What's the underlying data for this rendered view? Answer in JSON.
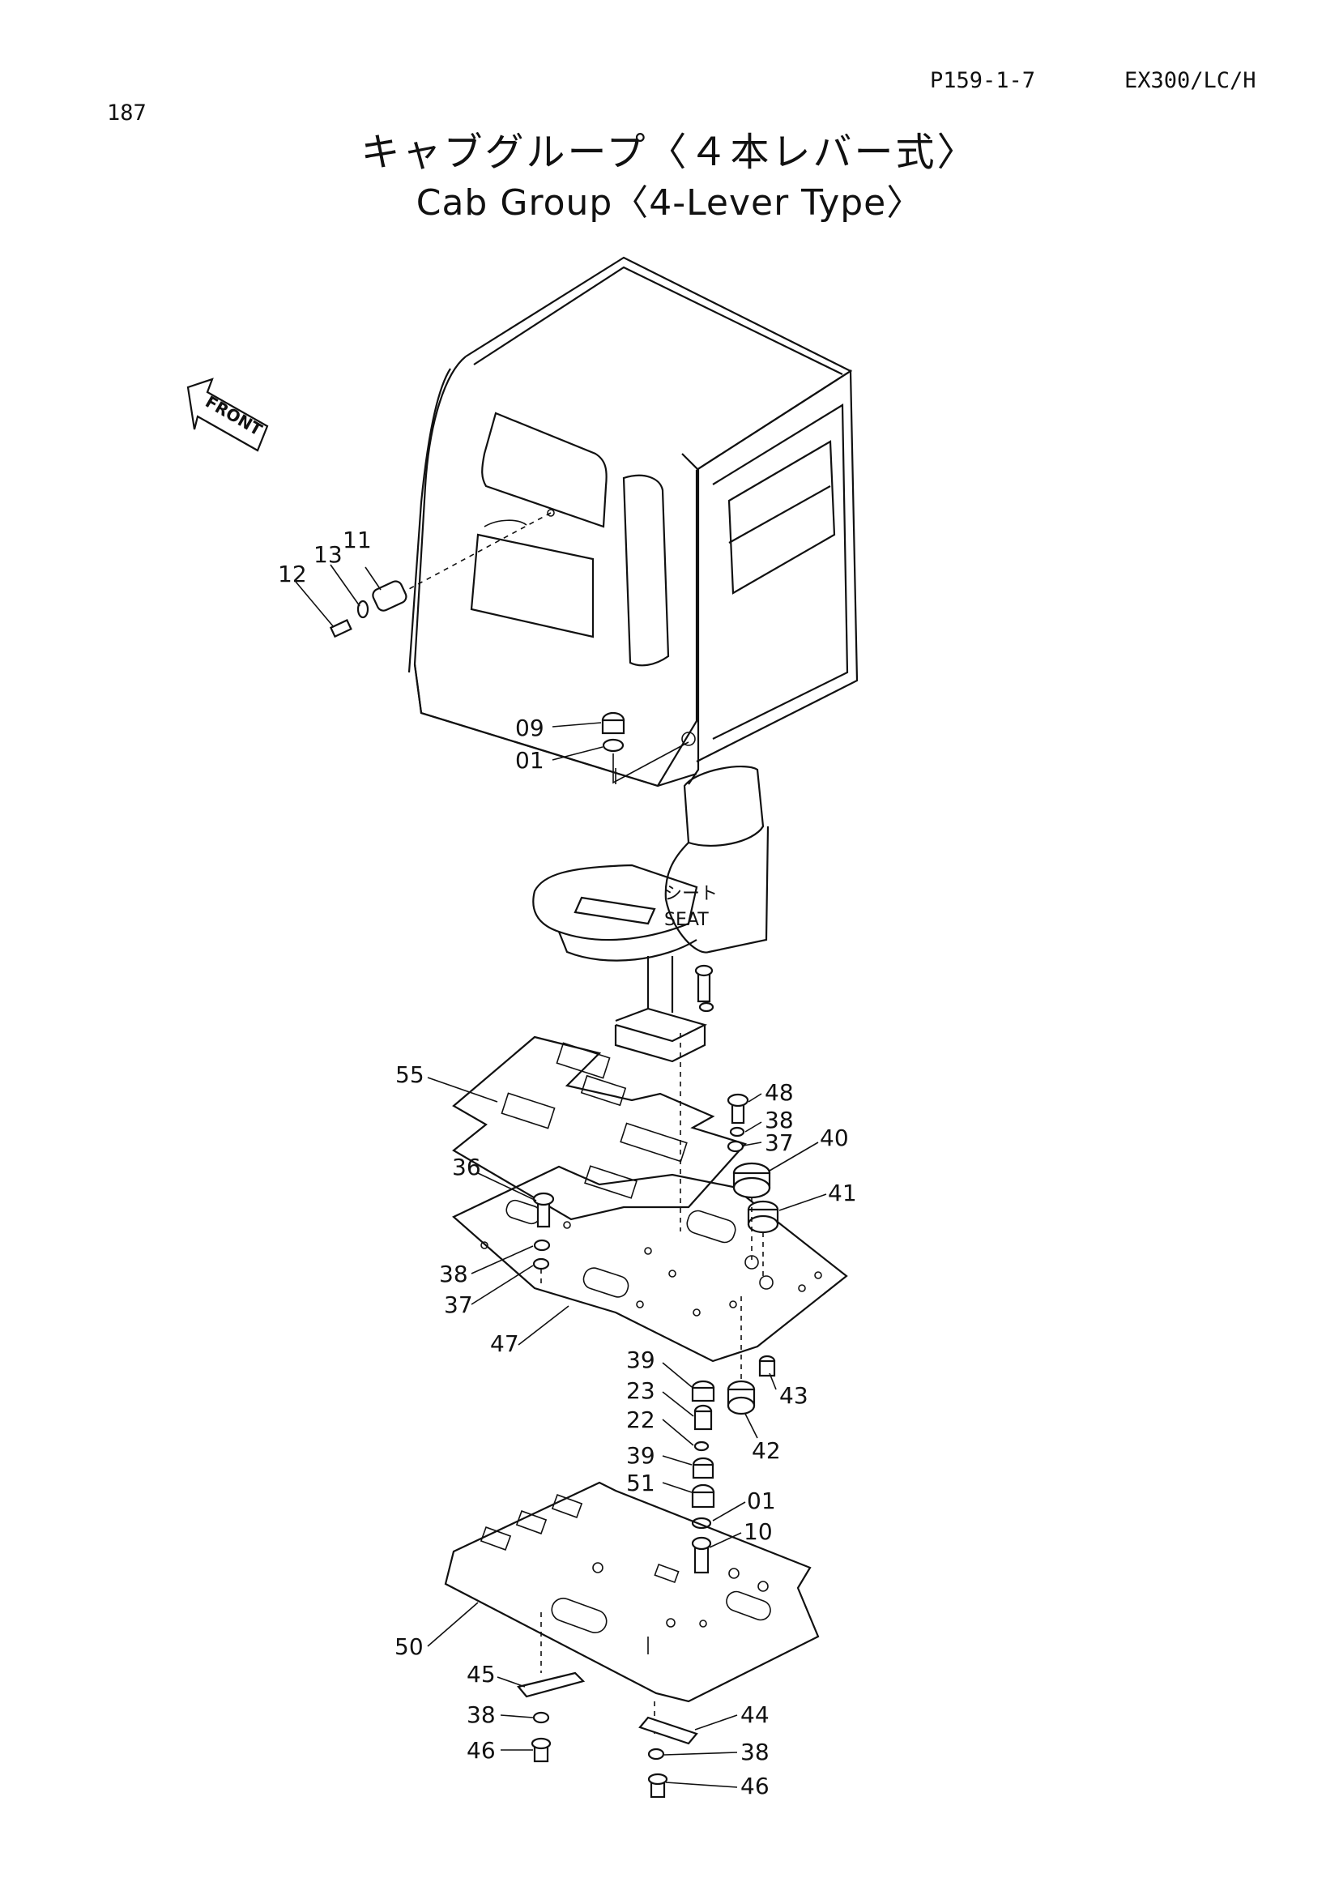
{
  "header": {
    "page_number": "187",
    "part_code": "P159-1-7",
    "model": "EX300/LC/H"
  },
  "title": {
    "japanese": "キャブグループ〈４本レバー式〉",
    "english": "Cab Group〈4-Lever Type〉"
  },
  "annotations": {
    "front_arrow": "FRONT",
    "seat_ja": "シート",
    "seat_en": "SEAT"
  },
  "callouts": [
    "11",
    "12",
    "13",
    "09",
    "01",
    "55",
    "48",
    "38",
    "37",
    "40",
    "36",
    "41",
    "38",
    "37",
    "47",
    "39",
    "23",
    "22",
    "39",
    "51",
    "01",
    "10",
    "43",
    "42",
    "50",
    "45",
    "38",
    "46",
    "44",
    "38",
    "46"
  ]
}
